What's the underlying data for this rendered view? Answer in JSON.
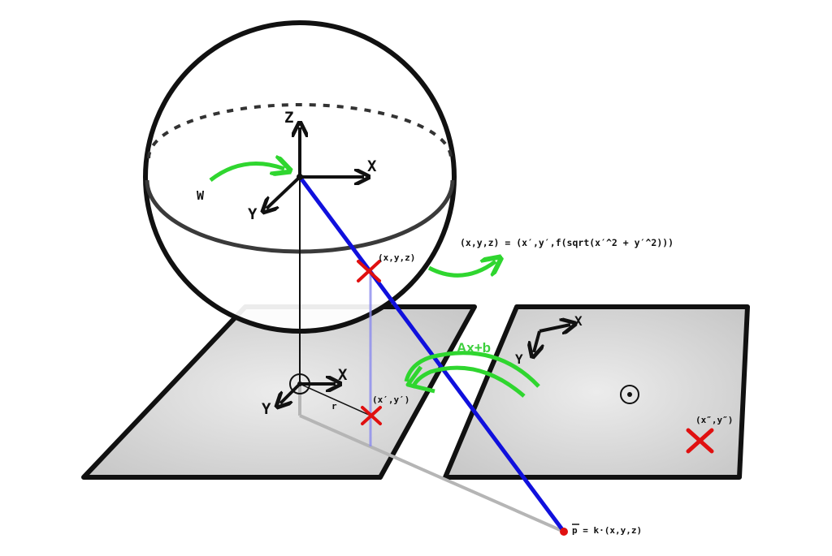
{
  "colors": {
    "outline": "#111111",
    "ray": "#1010dd",
    "green_arrow": "#2fd62f",
    "marker": "#e01010",
    "plane_fill": "#cfcfcf",
    "shadow": "#b5b5b5"
  },
  "sphere": {
    "axes": {
      "z": "Z",
      "x": "X",
      "y": "Y"
    },
    "rotation_label": "W"
  },
  "labels": {
    "sphere_point": "(x,y,z)",
    "mapping_formula": "(x,y,z) = (x′,y′,f(sqrt(x′^2 + y′^2)))",
    "plane_point": "(x′,y′)",
    "radius": "r",
    "transform": "Ax+b",
    "image_point": "(x″,y″)",
    "camera_point": "p = k·(x,y,z)"
  },
  "left_plane": {
    "axes": {
      "x": "X",
      "y": "Y"
    }
  },
  "right_plane": {
    "axes": {
      "x": "X",
      "y": "Y"
    }
  }
}
